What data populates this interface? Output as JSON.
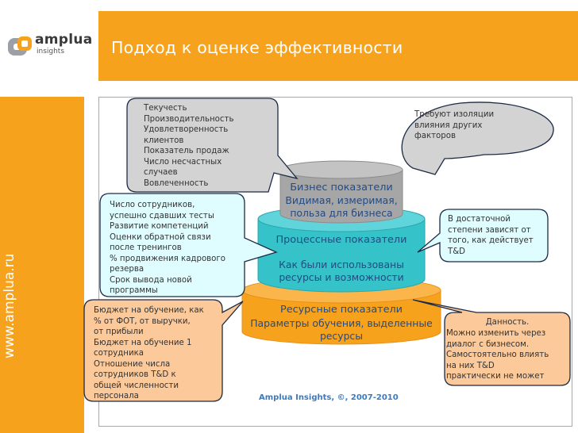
{
  "header": {
    "brand": "amplua",
    "brand_sub": "insights",
    "title": "Подход к оценке эффективности"
  },
  "sidebar": {
    "url": "www.amplua.ru"
  },
  "pyramid": {
    "top": {
      "title": "Бизнес показатели",
      "text": "Видимая, измеримая,\nпольза для бизнеса"
    },
    "middle": {
      "title": "Процессные показатели",
      "text": "Как были использованы\nресурсы и возможности"
    },
    "bottom": {
      "title": "Ресурсные показатели",
      "text": "Параметры обучения, выделенные\nресурсы"
    }
  },
  "callouts": {
    "business_metrics": "Текучесть\nПроизводительность\nУдовлетворенность\nклиентов\nПоказатель продаж\nЧисло несчастных\nслучаев\nВовлеченность",
    "isolation": "Требуют изоляции\nвлияния других\nфакторов",
    "process_metrics": "Число сотрудников,\nуспешно сдавших тесты\nРазвитие компетенций\nОценки обратной связи\nпосле тренингов\n% продвижения кадрового\nрезерва\nСрок вывода новой\nпрограммы",
    "td_influence": "В достаточной\nстепени зависят от\nтого, как действует\nT&D",
    "resource_metrics": "Бюджет на обучение, как\n% от ФОТ, от выручки,\nот прибыли\nБюджет на обучение 1\nсотрудника\nОтношение числа\nсотрудников T&D к\nобщей численности\nперсонала",
    "given_title": "Данность.",
    "given_text": "Можно изменить через\nдиалог с бизнесом.\nСамостоятельно влиять\nна них T&D\nпрактически не может"
  },
  "footer": {
    "copyright": "Amplua Insights, ©, 2007-2010"
  },
  "colors": {
    "orange": "#f7a21c",
    "tier_top": "#a6a6a6",
    "tier_middle": "#36c2c9",
    "tier_bottom": "#f7a21c",
    "bubble_gray": "#d3d3d3",
    "bubble_cyan": "#dffcff",
    "bubble_peach": "#fcc99a",
    "text_blue": "#234b84"
  }
}
